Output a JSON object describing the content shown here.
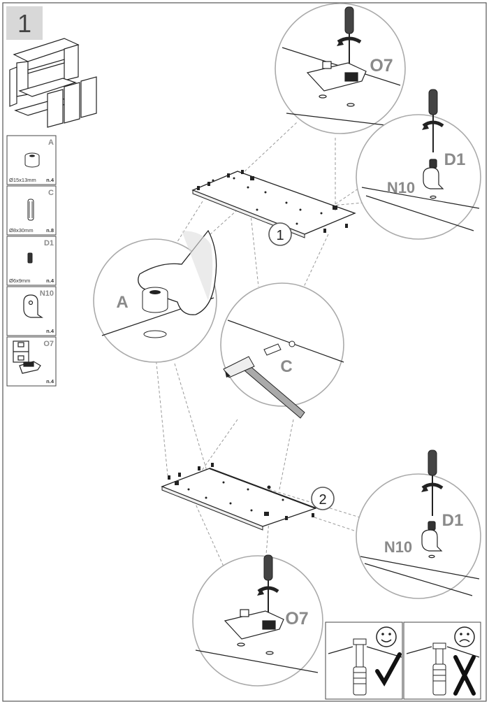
{
  "step": {
    "number": "1"
  },
  "parts": [
    {
      "code": "A",
      "size": "Ø15x13mm",
      "qty": "n.4"
    },
    {
      "code": "C",
      "size": "Ø8x30mm",
      "qty": "n.8"
    },
    {
      "code": "D1",
      "size": "Ø6x9mm",
      "qty": "n.4"
    },
    {
      "code": "N10",
      "size": "",
      "qty": "n.4"
    },
    {
      "code": "O7",
      "size": "",
      "qty": "n.4"
    }
  ],
  "detail_labels": {
    "o7_top": "O7",
    "d1_top": "D1",
    "n10_top": "N10",
    "a_label": "A",
    "c_label": "C",
    "d1_bottom": "D1",
    "n10_bottom": "N10",
    "o7_bottom": "O7"
  },
  "panels": {
    "panel1": "1",
    "panel2": "2"
  }
}
